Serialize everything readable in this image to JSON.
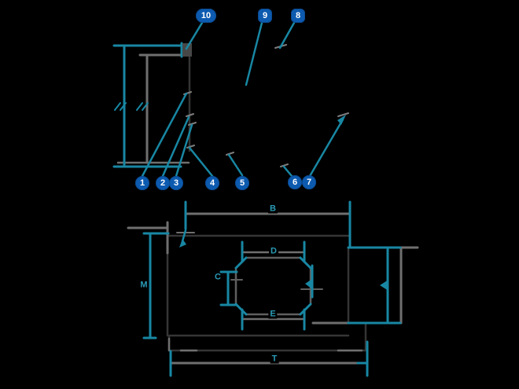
{
  "colors": {
    "background": "#000000",
    "accent_teal": "#1887a3",
    "label_teal": "#2a9ab5",
    "line_gray": "#6f6f6f",
    "faint_gray": "#353535",
    "dark_block": "#474747",
    "badge_blue": "#0d5bb0",
    "badge_text": "#ffffff"
  },
  "top_diagram": {
    "description": "cross-section side view with numbered part callouts",
    "callouts": [
      {
        "label": "1"
      },
      {
        "label": "2"
      },
      {
        "label": "3"
      },
      {
        "label": "4"
      },
      {
        "label": "5"
      },
      {
        "label": "6"
      },
      {
        "label": "7"
      },
      {
        "label": "8"
      },
      {
        "label": "9"
      },
      {
        "label": "10"
      }
    ]
  },
  "bottom_diagram": {
    "description": "rear outline view with dimension letters",
    "dim_labels": [
      {
        "key": "top-width",
        "label": "B"
      },
      {
        "key": "left-height",
        "label": "M"
      },
      {
        "key": "inner-top-width",
        "label": "D"
      },
      {
        "key": "inner-left-height",
        "label": "C"
      },
      {
        "key": "inner-bottom-width",
        "label": "E"
      },
      {
        "key": "bottom-width",
        "label": "T"
      }
    ]
  }
}
